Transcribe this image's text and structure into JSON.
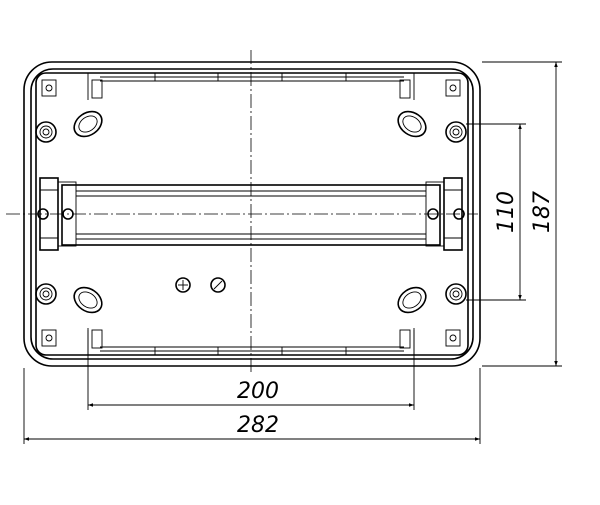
{
  "dimensions": {
    "inner_width": "200",
    "overall_width": "282",
    "inner_height": "110",
    "overall_height": "187"
  }
}
